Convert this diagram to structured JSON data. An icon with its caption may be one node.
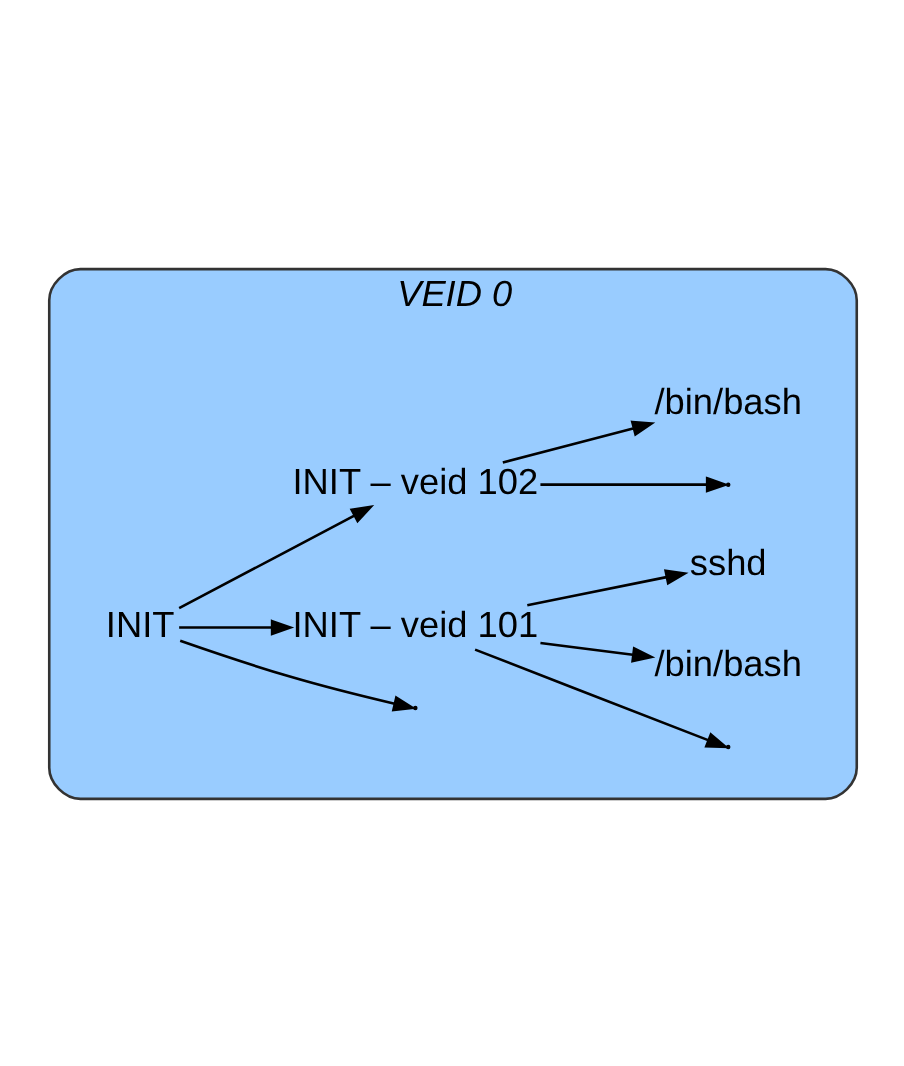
{
  "diagram": {
    "nodes": [
      {
        "text": [
          "VEID 0"
        ]
      },
      {
        "text": [
          "INIT"
        ],
        "in": 0
      },
      {
        "text": [
          "INIT – veid 101"
        ],
        "in": 0
      },
      {
        "text": [
          "/bin/bash"
        ],
        "in": 0
      },
      {
        "text": [
          "sshd"
        ],
        "in": 0
      },
      {
        "text": [
          "INIT – veid 102"
        ],
        "in": 0
      },
      {
        "text": [
          "/bin/bash"
        ],
        "in": 0
      }
    ],
    "edges": [
      {
        "from": 1,
        "to": 2,
        "arrow": "to"
      },
      {
        "from": 2,
        "to": 3,
        "arrow": "to"
      },
      {
        "from": 2,
        "to": 4,
        "arrow": "to"
      },
      {
        "from": 2,
        "to": null,
        "arrow": "to"
      },
      {
        "from": 1,
        "to": 5,
        "arrow": "to"
      },
      {
        "from": 5,
        "to": 6,
        "arrow": "to"
      },
      {
        "from": 1,
        "to": null,
        "arrow": "to"
      },
      {
        "from": 5,
        "to": null,
        "arrow": "to"
      }
    ]
  }
}
